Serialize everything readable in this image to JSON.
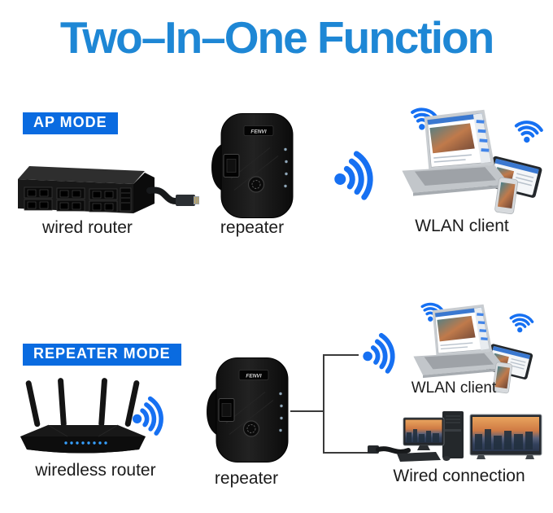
{
  "title": "Two–In–One Function",
  "brand": "FENVI",
  "colors": {
    "title_blue": "#1e87d5",
    "badge_blue": "#0a6be0",
    "wifi_blue": "#1670f2",
    "label_color": "#1b1b1b",
    "connector_line": "#3a3a3a"
  },
  "icons": {
    "wifi_beam": "wifi-signal-icon",
    "wifi_small": "wifi-icon"
  },
  "ap_mode": {
    "badge": "AP MODE",
    "wired_router_label": "wired router",
    "repeater_label": "repeater",
    "wlan_client_label": "WLAN client"
  },
  "repeater_mode": {
    "badge": "REPEATER MODE",
    "router_label": "wiredless router",
    "repeater_label": "repeater",
    "wlan_client_label": "WLAN client",
    "wired_connection_label": "Wired connection"
  }
}
